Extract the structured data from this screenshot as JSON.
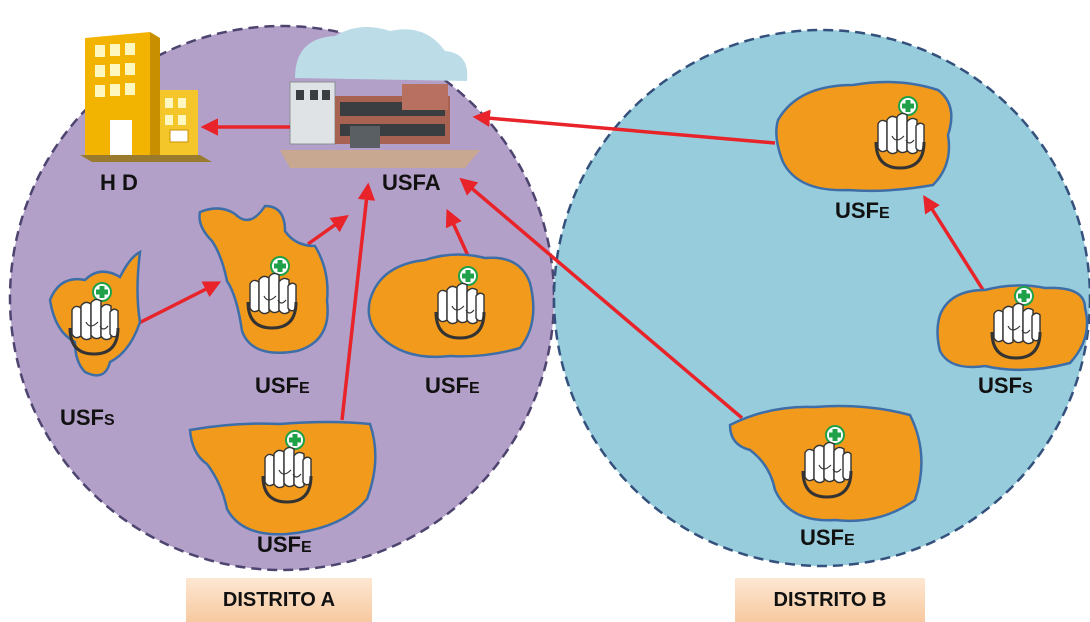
{
  "colors": {
    "district_a_fill": "#b3a0c8",
    "district_b_fill": "#96ccdc",
    "unit_fill": "#f29a1c",
    "unit_outline": "#3d6ea8",
    "arrow": "#e8242a",
    "health_cross": "#1fa14a",
    "hospital": "#f2b400"
  },
  "icons": {
    "unit": "health-team-icon",
    "hub": "health-center-building-icon",
    "hospital": "hospital-building-icon"
  },
  "hospital": {
    "label": "H D"
  },
  "hub": {
    "label": "USFA"
  },
  "district_a": {
    "name": "DISTRITO  A",
    "units": [
      {
        "id": "a-s",
        "type": "USF",
        "suffix": "S"
      },
      {
        "id": "a-e1",
        "type": "USF",
        "suffix": "E"
      },
      {
        "id": "a-e2",
        "type": "USF",
        "suffix": "E"
      },
      {
        "id": "a-e3",
        "type": "USF",
        "suffix": "E"
      }
    ]
  },
  "district_b": {
    "name": "DISTRITO  B",
    "units": [
      {
        "id": "b-e1",
        "type": "USF",
        "suffix": "E"
      },
      {
        "id": "b-s",
        "type": "USF",
        "suffix": "S"
      },
      {
        "id": "b-e2",
        "type": "USF",
        "suffix": "E"
      }
    ]
  },
  "links": [
    {
      "from": "a-s",
      "to": "a-e1"
    },
    {
      "from": "a-e1",
      "to": "USFA"
    },
    {
      "from": "a-e2",
      "to": "USFA"
    },
    {
      "from": "a-e3",
      "to": "USFA"
    },
    {
      "from": "b-e1",
      "to": "USFA"
    },
    {
      "from": "b-e2",
      "to": "USFA"
    },
    {
      "from": "b-s",
      "to": "b-e1"
    },
    {
      "from": "USFA",
      "to": "H D"
    }
  ]
}
